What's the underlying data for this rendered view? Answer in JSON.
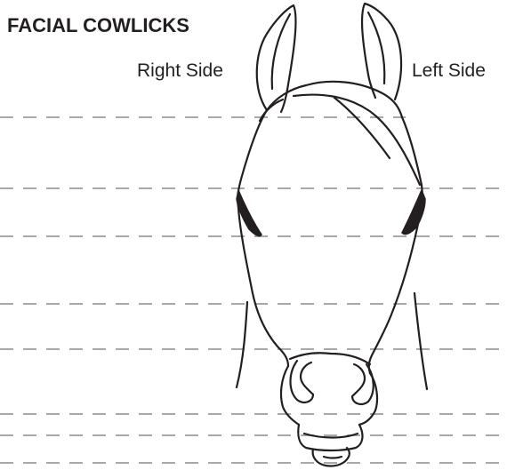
{
  "title": "FACIAL COWLICKS",
  "labels": {
    "right_side": "Right Side",
    "left_side": "Left Side"
  },
  "colors": {
    "ink": "#231f20",
    "guide_lines": "#a8a8a8",
    "background": "#ffffff"
  }
}
